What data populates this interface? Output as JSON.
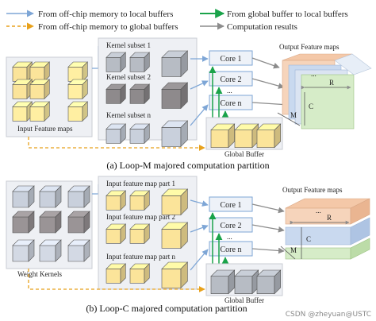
{
  "legend": {
    "item1": "From off-chip memory to local buffers",
    "item2": "From off-chip memory to global buffers",
    "item3": "From global buffer to local buffers",
    "item4": "Computation results"
  },
  "top": {
    "kernel_subset_1": "Kernel subset 1",
    "kernel_subset_2": "Kernel subset 2",
    "kernel_subset_n": "Kernel subset n",
    "core_1": "Core 1",
    "core_2": "Core 2",
    "core_n": "Core n",
    "output_title": "Output Feature maps",
    "dim_r": "R",
    "dim_c": "C",
    "dim_m": "M",
    "input_label": "Input Feature maps",
    "global_buffer": "Global Buffer",
    "caption": "(a) Loop-M majored computation partition",
    "dots": "..."
  },
  "bottom": {
    "part_1": "Input feature map part 1",
    "part_2": "Input feature map part 2",
    "part_n": "Input feature map part n",
    "core_1": "Core 1",
    "core_2": "Core 2",
    "core_n": "Core n",
    "output_title": "Output Feature maps",
    "dim_r": "R",
    "dim_c": "C",
    "dim_m": "M",
    "kernel_label": "Weight Kernels",
    "global_buffer": "Global Buffer",
    "caption": "(b) Loop-C majored computation partition",
    "dots": "..."
  },
  "watermark": "CSDN @zheyuan@USTC",
  "colors": {
    "blue_arrow": "#7ea6d6",
    "orange_arrow": "#e8a11b",
    "green_arrow": "#1aa34a",
    "gray_arrow": "#8c8c8c",
    "cube_yellow": "#fbe49a",
    "cube_gray": "#9aa0a8",
    "core_fill": "#eef2f8",
    "panel_fill": "#eef0f4"
  }
}
